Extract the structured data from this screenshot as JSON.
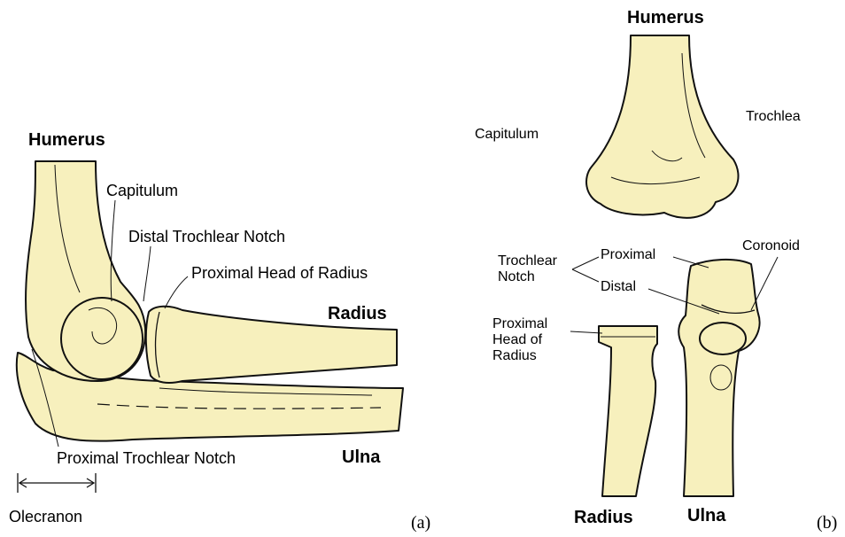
{
  "panel_a": {
    "humerus": "Humerus",
    "capitulum": "Capitulum",
    "distal_trochlear_notch": "Distal Trochlear Notch",
    "proximal_head_of_radius": "Proximal Head of Radius",
    "radius": "Radius",
    "ulna": "Ulna",
    "proximal_trochlear_notch": "Proximal Trochlear Notch",
    "olecranon": "Olecranon",
    "panel_label": "(a)"
  },
  "panel_b": {
    "humerus": "Humerus",
    "capitulum": "Capitulum",
    "trochlea": "Trochlea",
    "trochlear_notch": [
      "Trochlear",
      "Notch"
    ],
    "proximal": "Proximal",
    "distal": "Distal",
    "coronoid": "Coronoid",
    "proximal_head_of_radius": [
      "Proximal",
      "Head of",
      "Radius"
    ],
    "radius": "Radius",
    "ulna": "Ulna",
    "panel_label": "(b)"
  },
  "colors": {
    "bone_fill": "#f7f0bd",
    "outline": "#111111"
  }
}
